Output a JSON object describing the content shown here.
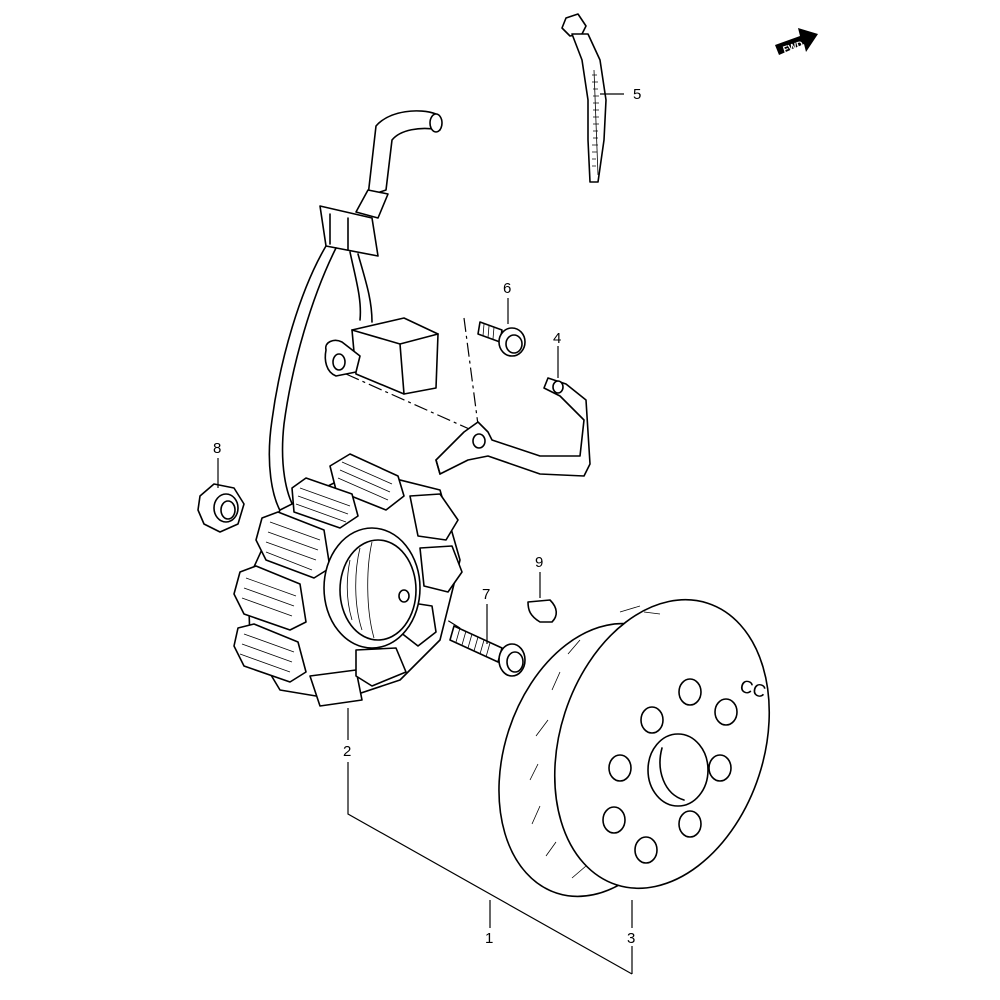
{
  "direction_badge": {
    "label": "FWD"
  },
  "rotor_marking": {
    "text": "CC"
  },
  "callouts": [
    {
      "id": "1",
      "part": "rotor-and-stator-assembly"
    },
    {
      "id": "2",
      "part": "stator-coil"
    },
    {
      "id": "3",
      "part": "flywheel-rotor"
    },
    {
      "id": "4",
      "part": "wire-clamp-bracket"
    },
    {
      "id": "5",
      "part": "cable-tie"
    },
    {
      "id": "6",
      "part": "bracket-bolt"
    },
    {
      "id": "7",
      "part": "stator-bolt"
    },
    {
      "id": "8",
      "part": "rotor-nut"
    },
    {
      "id": "9",
      "part": "woodruff-key"
    }
  ]
}
